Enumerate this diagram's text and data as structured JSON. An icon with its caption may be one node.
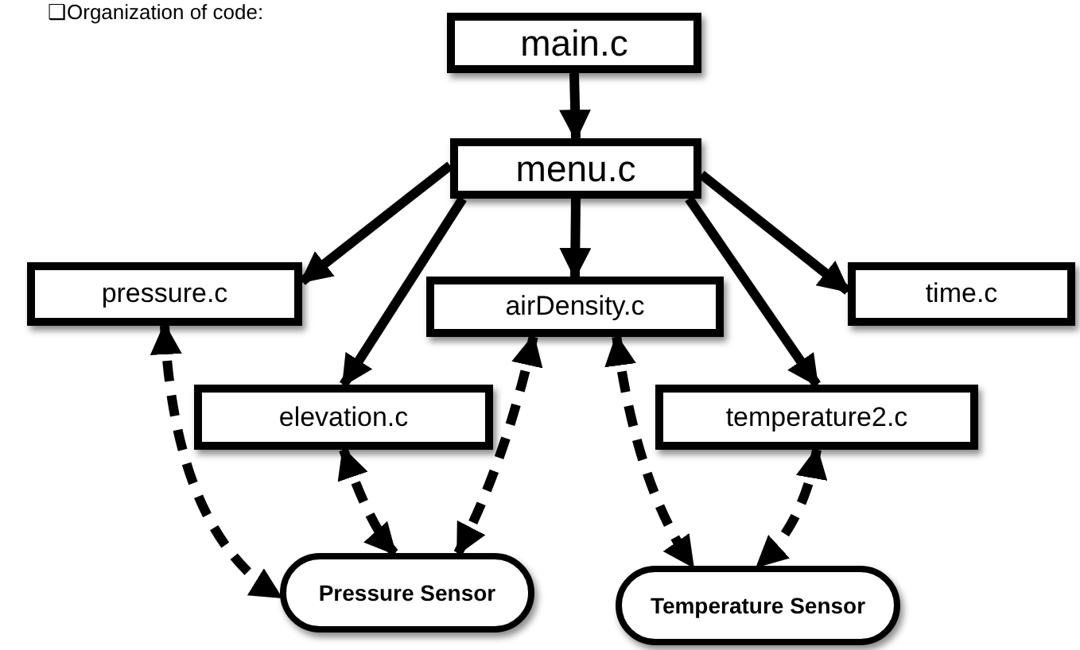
{
  "diagram": {
    "nodes": [
      {
        "text": [
          "main.c"
        ]
      },
      {
        "text": [
          "menu.c"
        ]
      },
      {
        "text": [
          "pressure.c"
        ]
      },
      {
        "text": [
          "airDensity.c"
        ]
      },
      {
        "text": [
          "time.c"
        ]
      },
      {
        "text": [
          "elevation.c"
        ]
      },
      {
        "text": [
          "temperature2.c"
        ]
      },
      {
        "text": [
          "Pressure Sensor"
        ]
      },
      {
        "text": [
          "Temperature Sensor"
        ]
      }
    ],
    "edges": [
      {
        "from": 0,
        "to": 1,
        "arrow": "to"
      },
      {
        "from": 1,
        "to": 2,
        "arrow": "to"
      },
      {
        "from": 1,
        "to": 5,
        "arrow": "to"
      },
      {
        "from": 1,
        "to": 3,
        "arrow": "to"
      },
      {
        "from": 1,
        "to": 6,
        "arrow": "to"
      },
      {
        "from": 1,
        "to": 4,
        "arrow": "to"
      },
      {
        "from": 2,
        "to": 7,
        "arrow": "both",
        "style": "dashed"
      },
      {
        "from": 5,
        "to": 7,
        "arrow": "both",
        "style": "dashed"
      },
      {
        "from": 3,
        "to": 7,
        "arrow": "both",
        "style": "dashed"
      },
      {
        "from": 3,
        "to": 8,
        "arrow": "both",
        "style": "dashed"
      },
      {
        "from": 6,
        "to": 8,
        "arrow": "both",
        "style": "dashed"
      }
    ],
    "labels": [
      "❑Organization of code:"
    ]
  }
}
